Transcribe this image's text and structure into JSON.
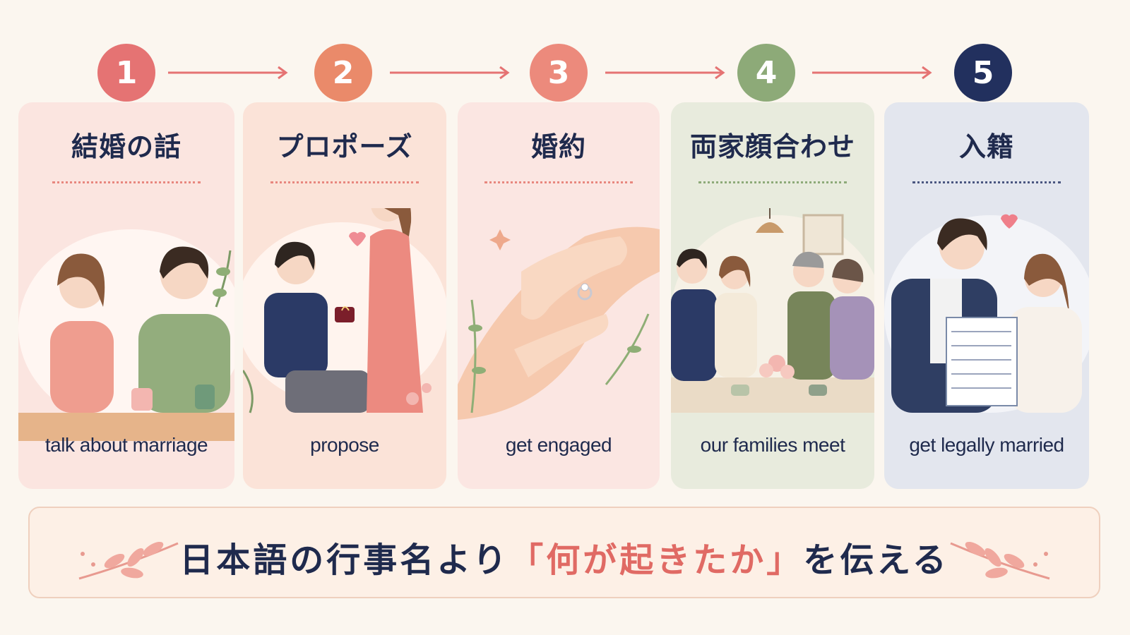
{
  "steps": [
    {
      "number": "1",
      "title": "結婚の話",
      "label": "talk about marriage",
      "color": "#e57373",
      "card_bg": "#fbe5e0",
      "dots": "#e8877e"
    },
    {
      "number": "2",
      "title": "プロポーズ",
      "label": "propose",
      "color": "#ea8a6a",
      "card_bg": "#fbe3d8",
      "dots": "#e8877e"
    },
    {
      "number": "3",
      "title": "婚約",
      "label": "get engaged",
      "color": "#ec8a7c",
      "card_bg": "#fbe6e2",
      "dots": "#e8877e"
    },
    {
      "number": "4",
      "title": "両家顔合わせ",
      "label": "our families meet",
      "color": "#8daa78",
      "card_bg": "#e8ebdd",
      "dots": "#8daa78"
    },
    {
      "number": "5",
      "title": "入籍",
      "label": "get legally married",
      "color": "#22305e",
      "card_bg": "#e3e6ee",
      "dots": "#4a5680"
    }
  ],
  "banner": {
    "prefix": "日本語の行事名より",
    "highlight": "「何が起きたか」",
    "suffix": "を伝える"
  }
}
